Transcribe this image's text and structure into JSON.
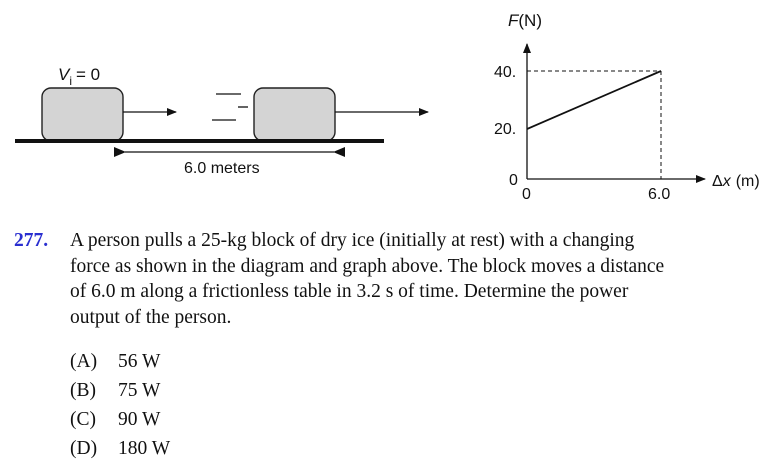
{
  "diagram": {
    "initial_velocity_label": "V",
    "initial_velocity_subscript": "i",
    "initial_velocity_value": "= 0",
    "distance_label": "6.0 meters",
    "block_fill": "#d4d4d4"
  },
  "chart_data": {
    "type": "line",
    "title": "",
    "xlabel": "Δx (m)",
    "ylabel": "F(N)",
    "x": [
      0,
      6.0
    ],
    "series": [
      {
        "name": "Force",
        "values": [
          20,
          40
        ]
      }
    ],
    "x_ticks": [
      "0",
      "6.0"
    ],
    "y_ticks": [
      "0",
      "20.",
      "40."
    ],
    "xlim": [
      0,
      6.0
    ],
    "ylim": [
      0,
      40
    ],
    "grid": false,
    "dashed_guides": true,
    "legend": "none"
  },
  "graph": {
    "y_axis_label_italic": "F",
    "y_axis_label_unit": "(N)",
    "x_axis_label_italic": "x",
    "x_axis_label_prefix": "Δ",
    "x_axis_label_unit": "(m)",
    "y_tick_40": "40.",
    "y_tick_20": "20.",
    "y_tick_0": "0",
    "x_tick_0": "0",
    "x_tick_6": "6.0"
  },
  "question": {
    "number": "277.",
    "number_color": "#2a2fd0",
    "lines": [
      "A person pulls a 25-kg block of dry ice (initially at rest) with a changing",
      "force as shown in the diagram and graph above. The block moves a distance",
      "of 6.0 m along a frictionless table in 3.2 s of time. Determine the power",
      "output of the person."
    ],
    "choices": [
      {
        "letter": "(A)",
        "text": "56 W"
      },
      {
        "letter": "(B)",
        "text": "75 W"
      },
      {
        "letter": "(C)",
        "text": "90 W"
      },
      {
        "letter": "(D)",
        "text": "180 W"
      }
    ]
  }
}
